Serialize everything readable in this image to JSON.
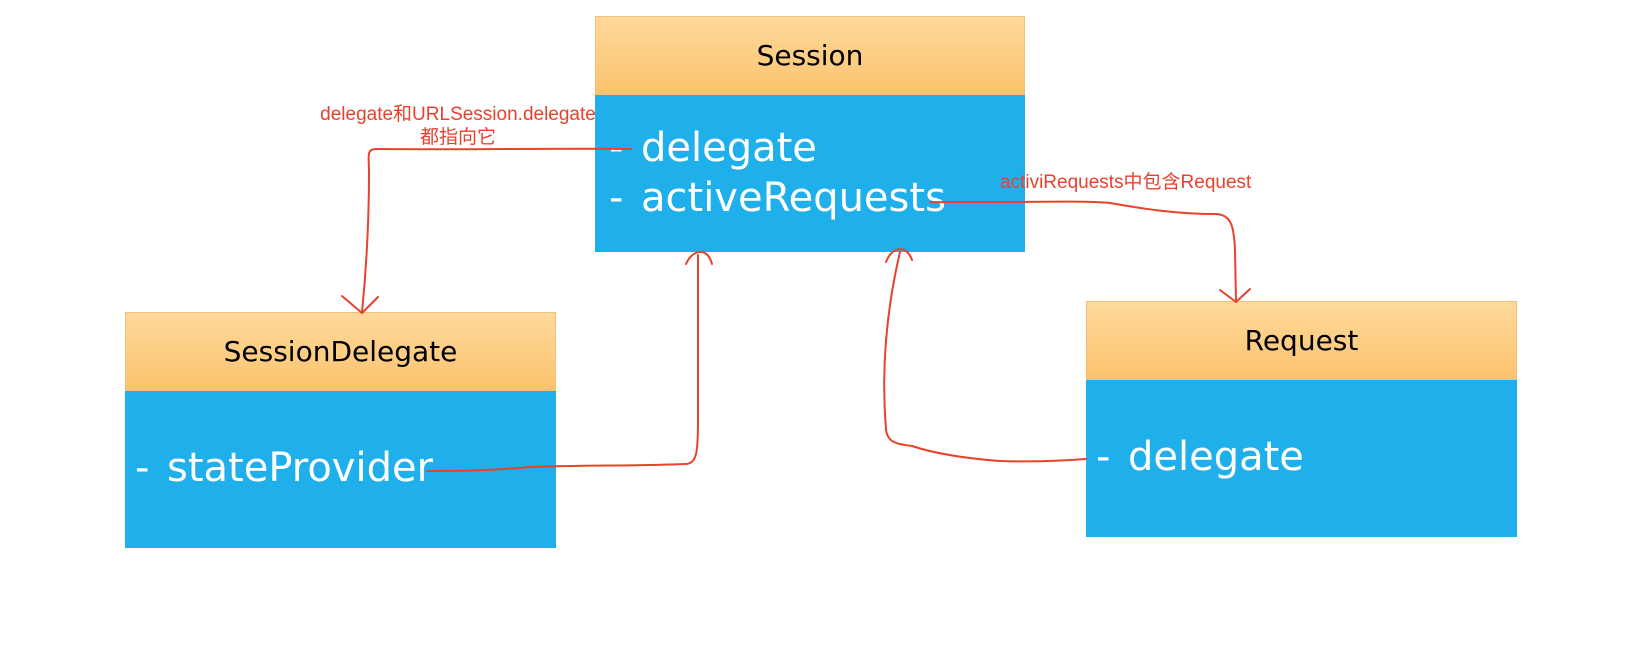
{
  "boxes": {
    "session": {
      "title": "Session",
      "fields": [
        "delegate",
        "activeRequests"
      ]
    },
    "session_delegate": {
      "title": "SessionDelegate",
      "fields": [
        "stateProvider"
      ]
    },
    "request": {
      "title": "Request",
      "fields": [
        "delegate"
      ]
    }
  },
  "field_prefix": "-",
  "annotations": {
    "delegate_note_line1": "delegate和URLSession.delegate",
    "delegate_note_line2": "都指向它",
    "requests_note": "activiRequests中包含Request"
  },
  "colors": {
    "header": "#fcc36e",
    "body": "#1fb0ec",
    "arrow": "#e8412c"
  }
}
